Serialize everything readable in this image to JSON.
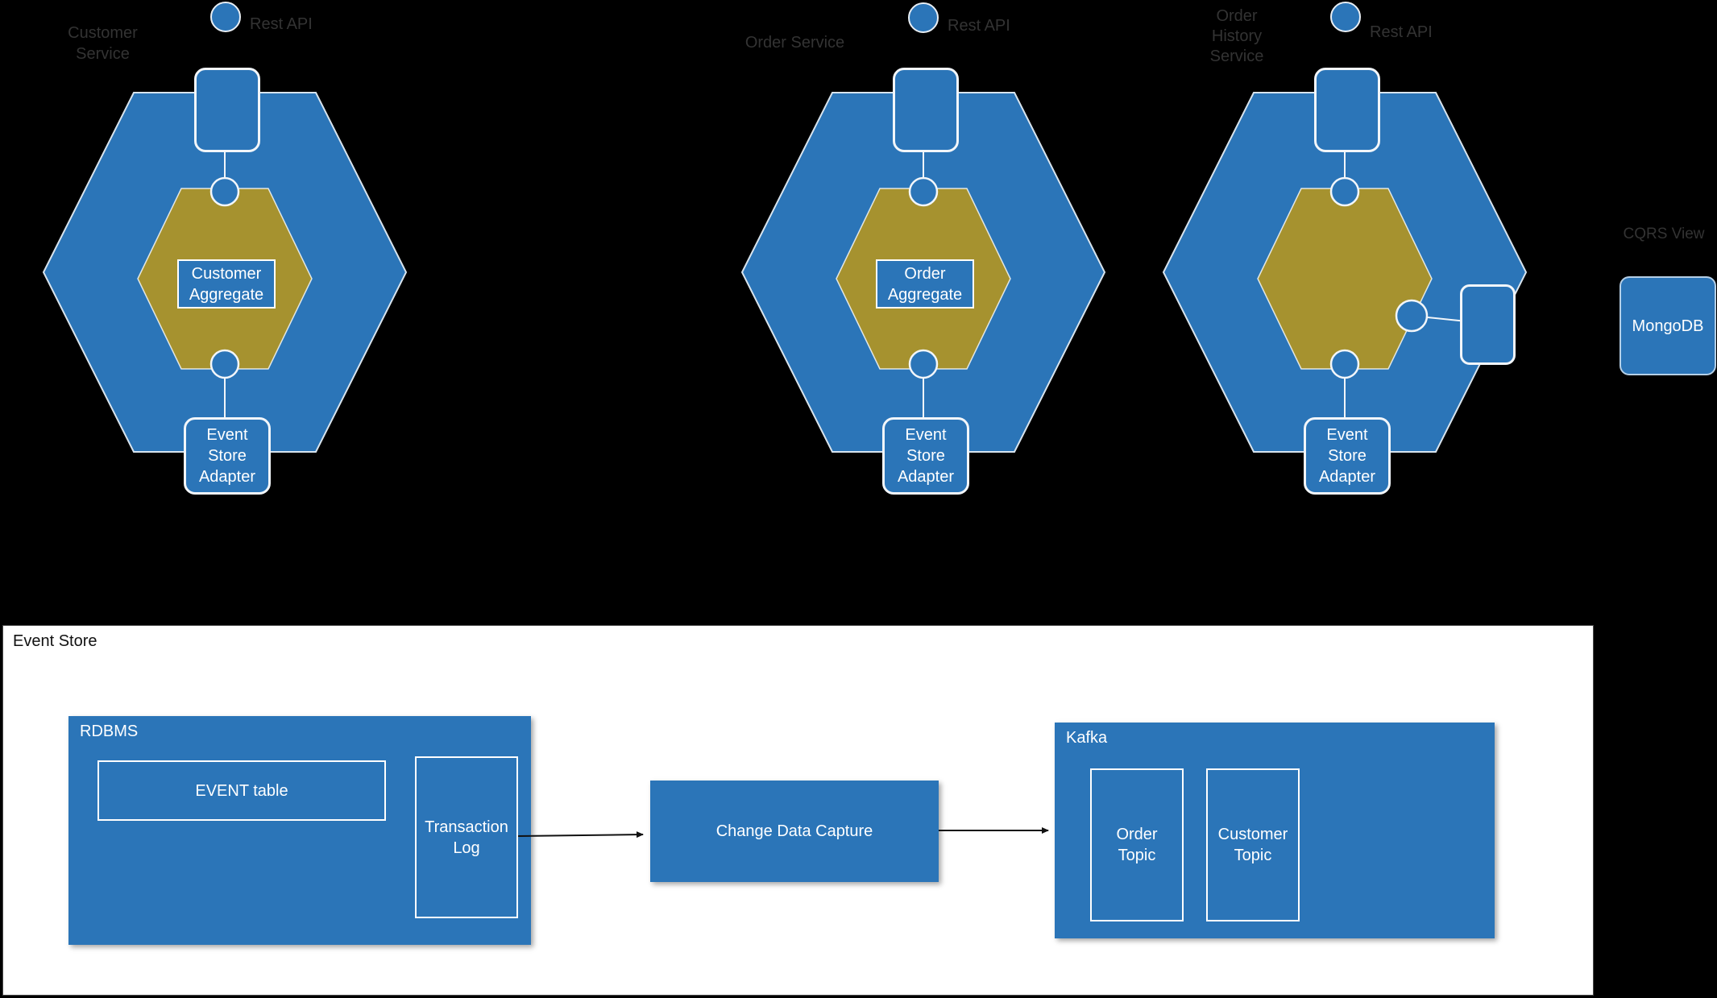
{
  "colors": {
    "background": "#000000",
    "service_blue": "#2B75B8",
    "aggregate_gold": "#A6922F",
    "dim_text": "#333333",
    "node_text": "#FFFFFF",
    "arrow": "#111111"
  },
  "services": [
    {
      "name": "Customer\nService",
      "api_label": "Rest API",
      "aggregate": "Customer\nAggregate",
      "adapter": "Event\nStore\nAdapter"
    },
    {
      "name": "Order Service",
      "api_label": "Rest API",
      "aggregate": "Order\nAggregate",
      "adapter": "Event\nStore\nAdapter"
    },
    {
      "name": "Order\nHistory\nService",
      "api_label": "Rest API",
      "adapter": "Event\nStore\nAdapter"
    }
  ],
  "cqrs_view": {
    "label": "CQRS View",
    "database": "MongoDB"
  },
  "event_store_panel": {
    "title": "Event Store",
    "rdbms": {
      "label": "RDBMS",
      "event_table": "EVENT table",
      "transaction_log": "Transaction\nLog"
    },
    "change_data_capture": "Change Data Capture",
    "kafka": {
      "label": "Kafka",
      "order_topic": "Order\nTopic",
      "customer_topic": "Customer\nTopic"
    }
  }
}
